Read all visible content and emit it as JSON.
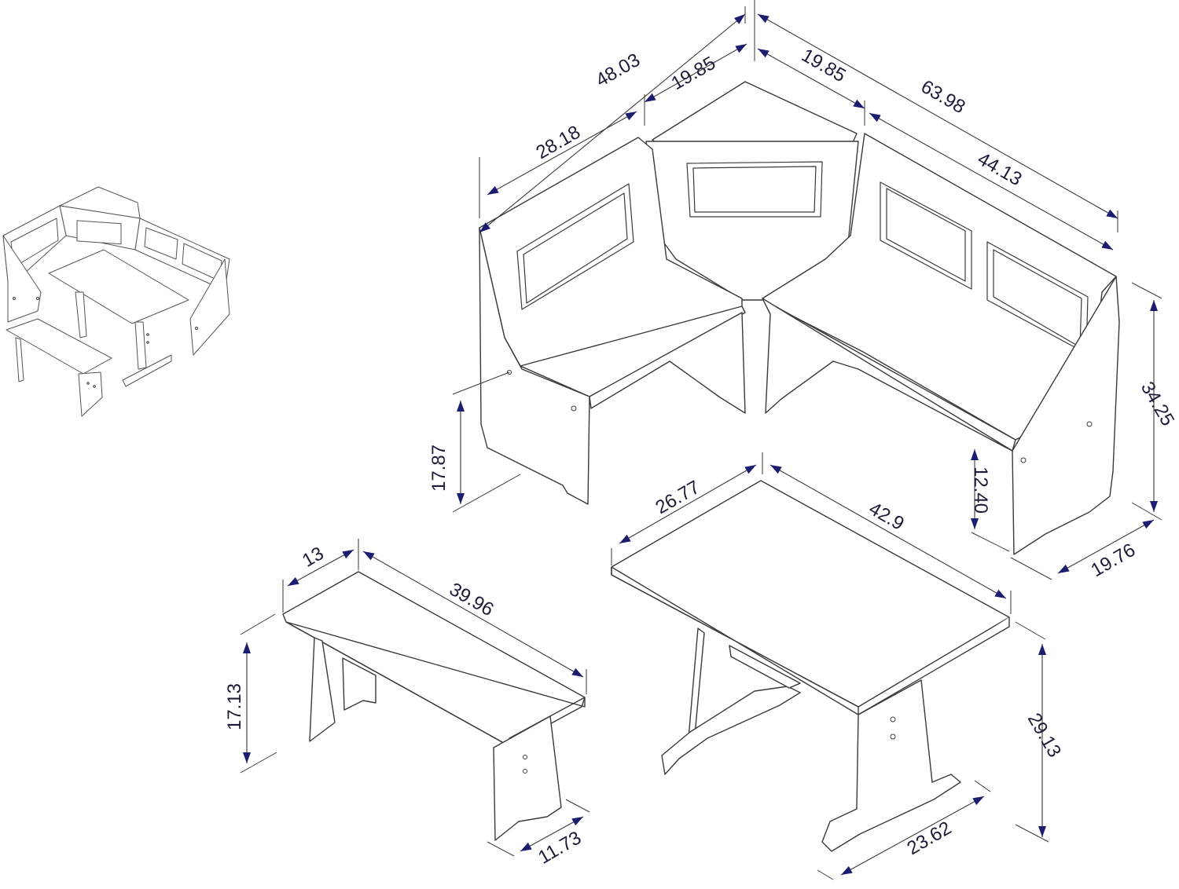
{
  "colors": {
    "arrow": "#1b1e6e",
    "line": "#3a3a3a",
    "text": "#1d1d3a"
  },
  "dimensions": [
    {
      "id": "d4803",
      "label": "48.03"
    },
    {
      "id": "d6398",
      "label": "63.98"
    },
    {
      "id": "d1985a",
      "label": "19.85"
    },
    {
      "id": "d1985b",
      "label": "19.85"
    },
    {
      "id": "d2818",
      "label": "28.18"
    },
    {
      "id": "d4413",
      "label": "44.13"
    },
    {
      "id": "d3425",
      "label": "34.25"
    },
    {
      "id": "d1787",
      "label": "17.87"
    },
    {
      "id": "d1240",
      "label": "12.40"
    },
    {
      "id": "d1976",
      "label": "19.76"
    },
    {
      "id": "d2677",
      "label": "26.77"
    },
    {
      "id": "d429",
      "label": "42.9"
    },
    {
      "id": "d13",
      "label": "13"
    },
    {
      "id": "d3996",
      "label": "39.96"
    },
    {
      "id": "d1713",
      "label": "17.13"
    },
    {
      "id": "d1173",
      "label": "11.73"
    },
    {
      "id": "d2913",
      "label": "29.13"
    },
    {
      "id": "d2362",
      "label": "23.62"
    }
  ]
}
